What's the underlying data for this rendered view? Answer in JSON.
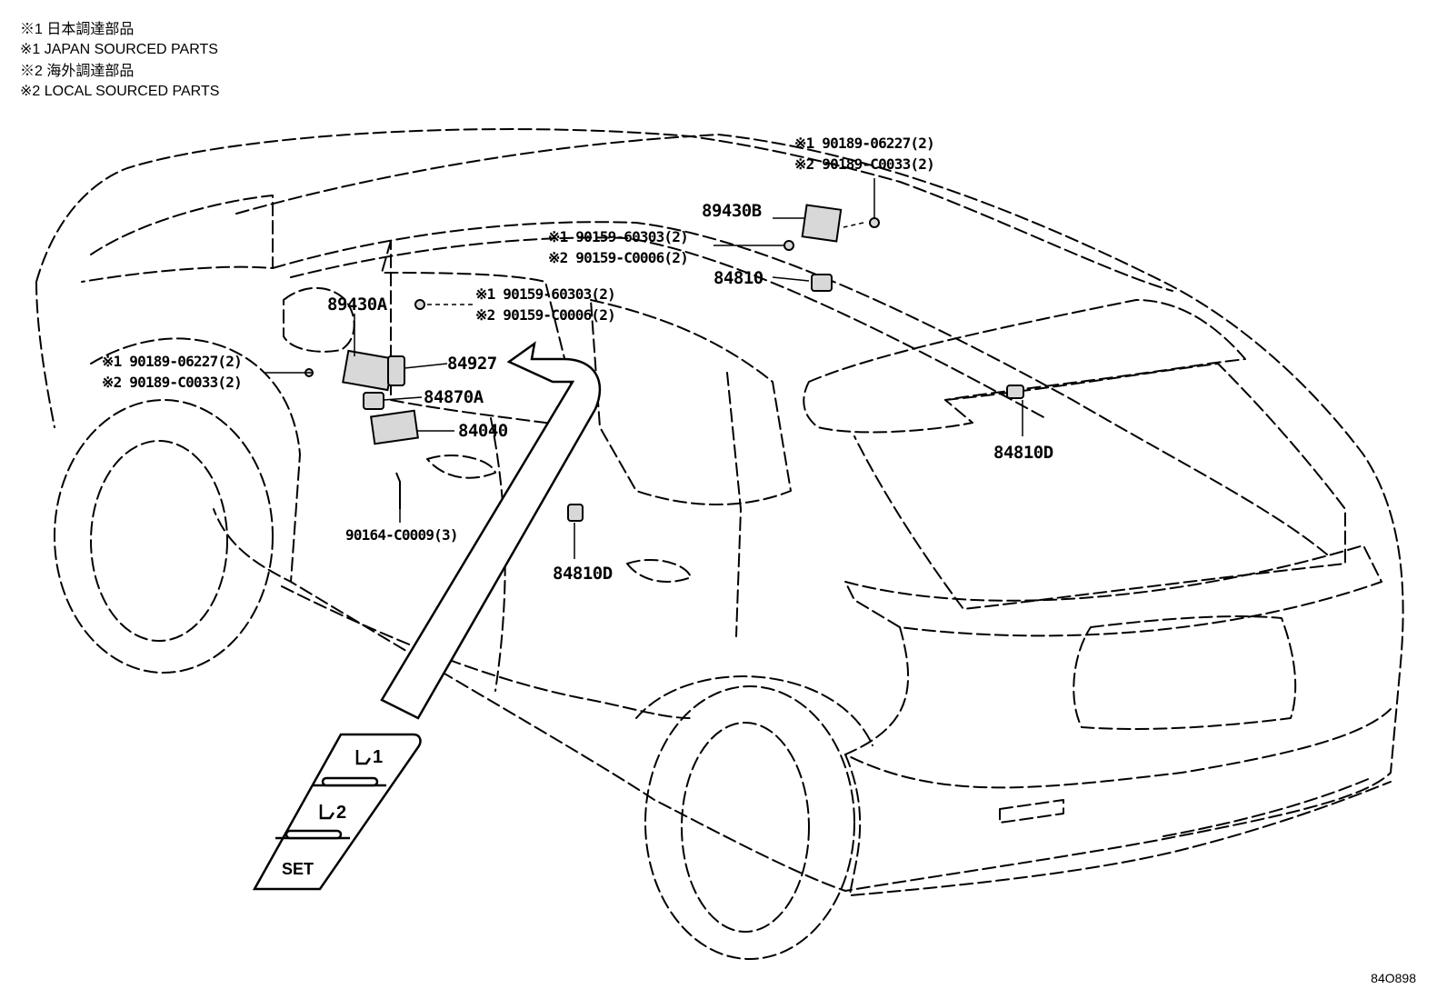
{
  "notes": [
    "※1 日本調達部品",
    "※1 JAPAN SOURCED PARTS",
    "※2 海外調達部品",
    "※2 LOCAL SOURCED PARTS"
  ],
  "parts": {
    "p89430B": "89430B",
    "p89430A": "89430A",
    "p84810": "84810",
    "p84927": "84927",
    "p84870A": "84870A",
    "p84040": "84040",
    "p90164": "90164-C0009(3)",
    "p84810D_roof": "84810D",
    "p84810D_door": "84810D",
    "bolt_r1": "※1 90189-06227(2)",
    "bolt_r2": "※2 90189-C0033(2)",
    "screw_r1": "※1 90159-60303(2)",
    "screw_r2": "※2 90159-C0006(2)",
    "screw_l1": "※1 90159-60303(2)",
    "screw_l2": "※2 90159-C0006(2)",
    "bolt_l1": "※1 90189-06227(2)",
    "bolt_l2": "※2 90189-C0033(2)"
  },
  "switch_labels": {
    "memory1": "1",
    "memory2": "2",
    "set": "SET"
  },
  "diagram_code": "84O898"
}
